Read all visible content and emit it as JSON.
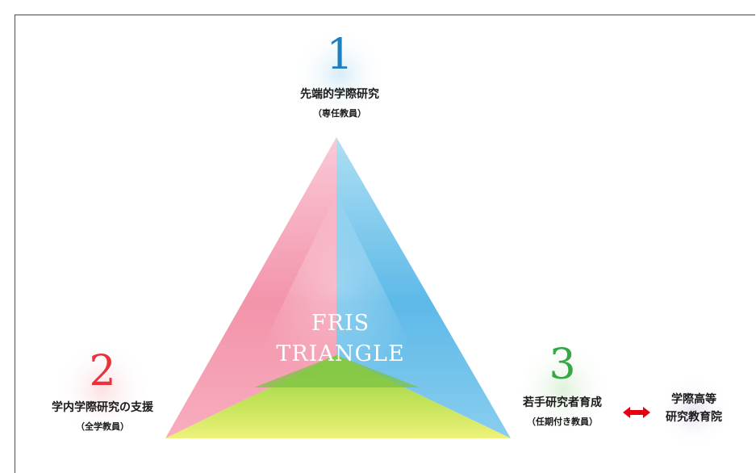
{
  "diagram": {
    "center": {
      "line1": "FRIS",
      "line2": "TRIANGLE"
    },
    "vertices": [
      {
        "number": "1",
        "title": "先端的学際研究",
        "subtitle": "（専任教員）",
        "color": "#1e7fc3"
      },
      {
        "number": "2",
        "title": "学内学際研究の支援",
        "subtitle": "（全学教員）",
        "color": "#e8333c"
      },
      {
        "number": "3",
        "title": "若手研究者育成",
        "subtitle": "（任期付き教員）",
        "color": "#33a844"
      }
    ],
    "partner": {
      "line1": "学際高等",
      "line2": "研究教育院"
    }
  },
  "colors": {
    "arrow": "#e60012"
  }
}
